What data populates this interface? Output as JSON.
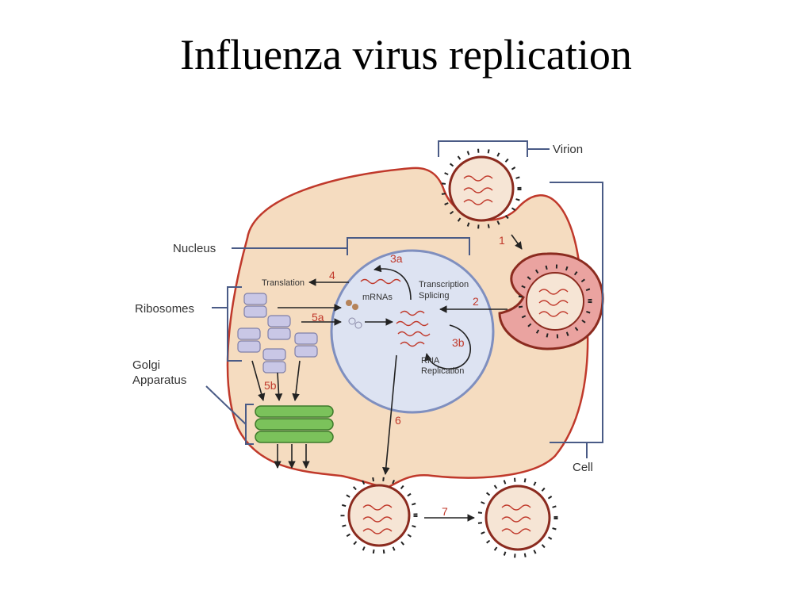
{
  "title": "Influenza virus replication",
  "labels": {
    "virion": "Virion",
    "cell": "Cell",
    "nucleus": "Nucleus",
    "ribosomes": "Ribosomes",
    "golgi_line1": "Golgi",
    "golgi_line2": "Apparatus",
    "translation": "Translation",
    "mrnas": "mRNAs",
    "transcription": "Transcription",
    "splicing": "Splicing",
    "rna": "RNA",
    "replication": "Replication"
  },
  "steps": [
    "1",
    "2",
    "3a",
    "3b",
    "4",
    "5a",
    "5b",
    "6",
    "7"
  ],
  "colors": {
    "cytoplasm": "#f5dcc0",
    "membrane": "#c0392b",
    "nucleus": "#dde3f2",
    "nucleus_border": "#7f8fbf",
    "golgi": "#7bc25b",
    "ribosome": "#c9c7e6",
    "step_text": "#c0392b",
    "spike": "#222222"
  }
}
